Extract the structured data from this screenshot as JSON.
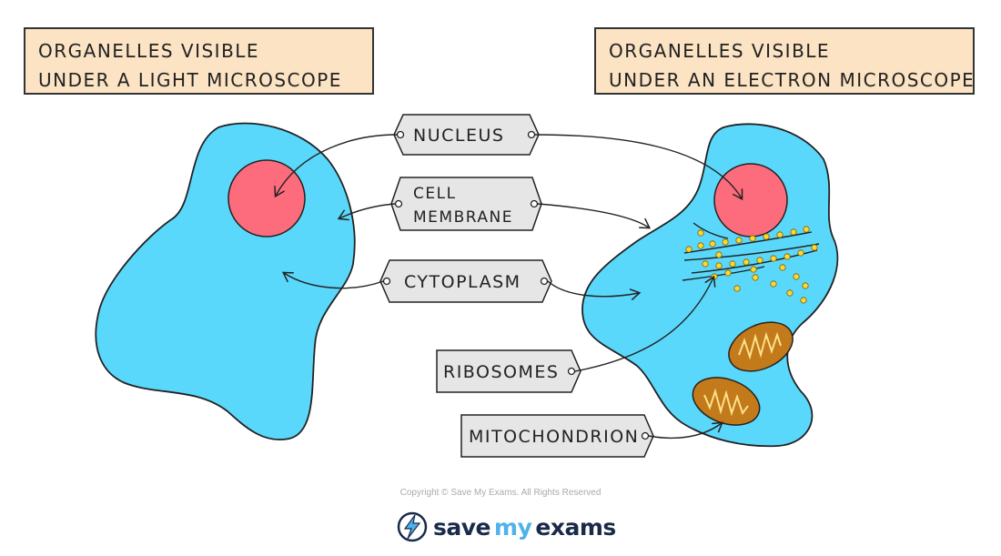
{
  "headers": {
    "light": {
      "line1": "ORGANELLES  VISIBLE",
      "line2": "UNDER  A  LIGHT  MICROSCOPE"
    },
    "electron": {
      "line1": "ORGANELLES  VISIBLE",
      "line2": "UNDER AN ELECTRON MICROSCOPE"
    }
  },
  "labels": {
    "nucleus": "NUCLEUS",
    "cell_membrane_line1": "CELL",
    "cell_membrane_line2": "MEMBRANE",
    "cytoplasm": "CYTOPLASM",
    "ribosomes": "RIBOSOMES",
    "mitochondrion": "MITOCHONDRION"
  },
  "colors": {
    "cytoplasm": "#5ad8fb",
    "nucleus": "#fc6c7c",
    "mitochondrion": "#c27a1a",
    "ribosome": "#fdd835",
    "header_bg": "#fbe3c4",
    "label_bg": "#e6e6e6"
  },
  "footer": {
    "copyright": "Copyright © Save My Exams. All Rights Reserved",
    "brand_save": "save",
    "brand_my": "my",
    "brand_exams": "exams"
  }
}
